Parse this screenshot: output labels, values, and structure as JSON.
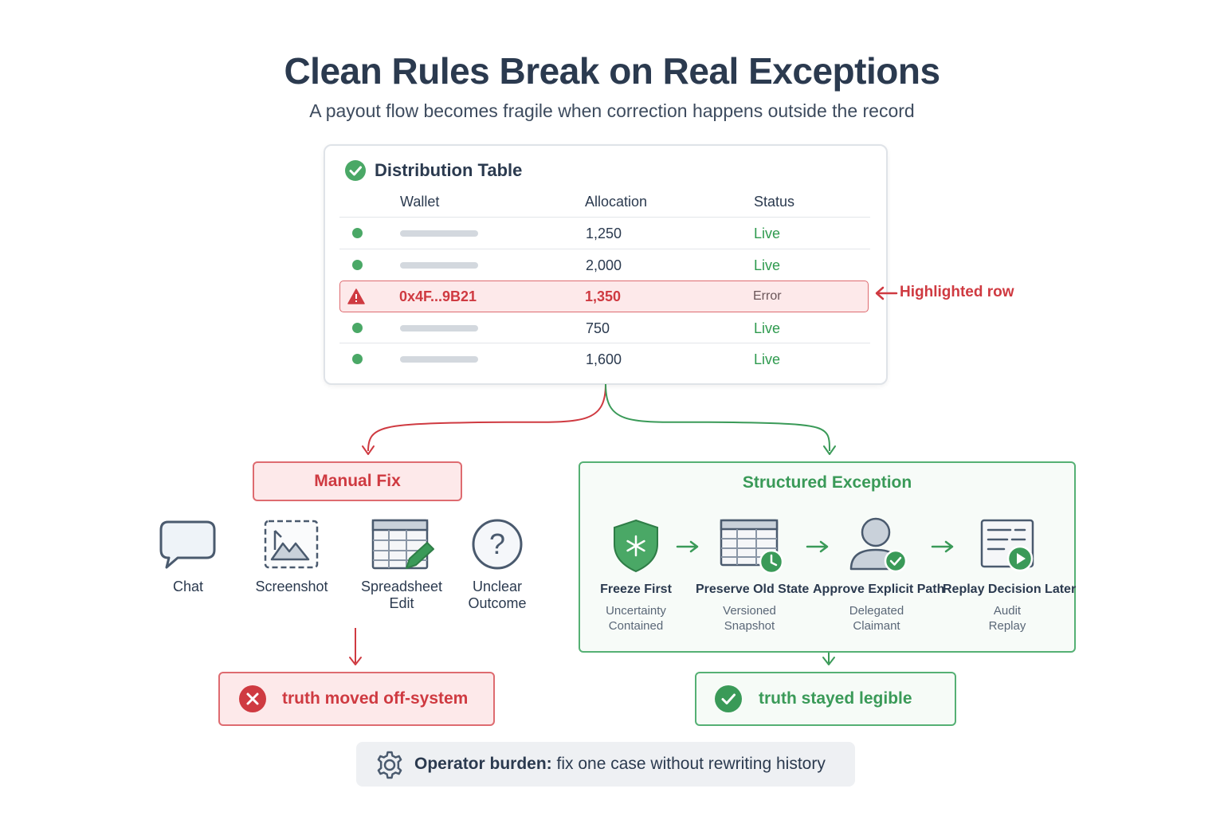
{
  "title": "Clean Rules Break on Real Exceptions",
  "subtitle": "A payout flow becomes fragile when correction happens outside the record",
  "table": {
    "title": "Distribution Table",
    "columns": [
      "Wallet",
      "Allocation",
      "Status"
    ],
    "rows": [
      {
        "wallet": "",
        "allocation": "1,250",
        "status": "Live"
      },
      {
        "wallet": "",
        "allocation": "2,000",
        "status": "Live"
      },
      {
        "wallet": "0x4F...9B21",
        "allocation": "1,350",
        "status": "Error"
      },
      {
        "wallet": "",
        "allocation": "750",
        "status": "Live"
      },
      {
        "wallet": "",
        "allocation": "1,600",
        "status": "Live"
      }
    ],
    "highlight_label": "Highlighted row"
  },
  "manual": {
    "title": "Manual Fix",
    "items": [
      {
        "icon": "chat-icon",
        "label": "Chat"
      },
      {
        "icon": "screenshot-icon",
        "label": "Screenshot"
      },
      {
        "icon": "spreadsheet-edit-icon",
        "label_line1": "Spreadsheet",
        "label_line2": "Edit"
      },
      {
        "icon": "question-icon",
        "label_line1": "Unclear",
        "label_line2": "Outcome"
      }
    ],
    "outcome": "truth moved off-system"
  },
  "structured": {
    "title": "Structured Exception",
    "steps": [
      {
        "icon": "freeze-shield-icon",
        "title": "Freeze First",
        "sub1": "Uncertainty",
        "sub2": "Contained"
      },
      {
        "icon": "snapshot-clock-icon",
        "title": "Preserve Old State",
        "sub1": "Versioned",
        "sub2": "Snapshot"
      },
      {
        "icon": "user-check-icon",
        "title": "Approve Explicit Path",
        "sub1": "Delegated",
        "sub2": "Claimant"
      },
      {
        "icon": "replay-doc-icon",
        "title": "Replay Decision Later",
        "sub1": "Audit",
        "sub2": "Replay"
      }
    ],
    "outcome": "truth stayed legible"
  },
  "burden": {
    "label": "Operator burden:",
    "text": "fix one case without rewriting history"
  },
  "colors": {
    "red": "#cf3a41",
    "green": "#3a9a58",
    "navy": "#2b3a4f"
  }
}
